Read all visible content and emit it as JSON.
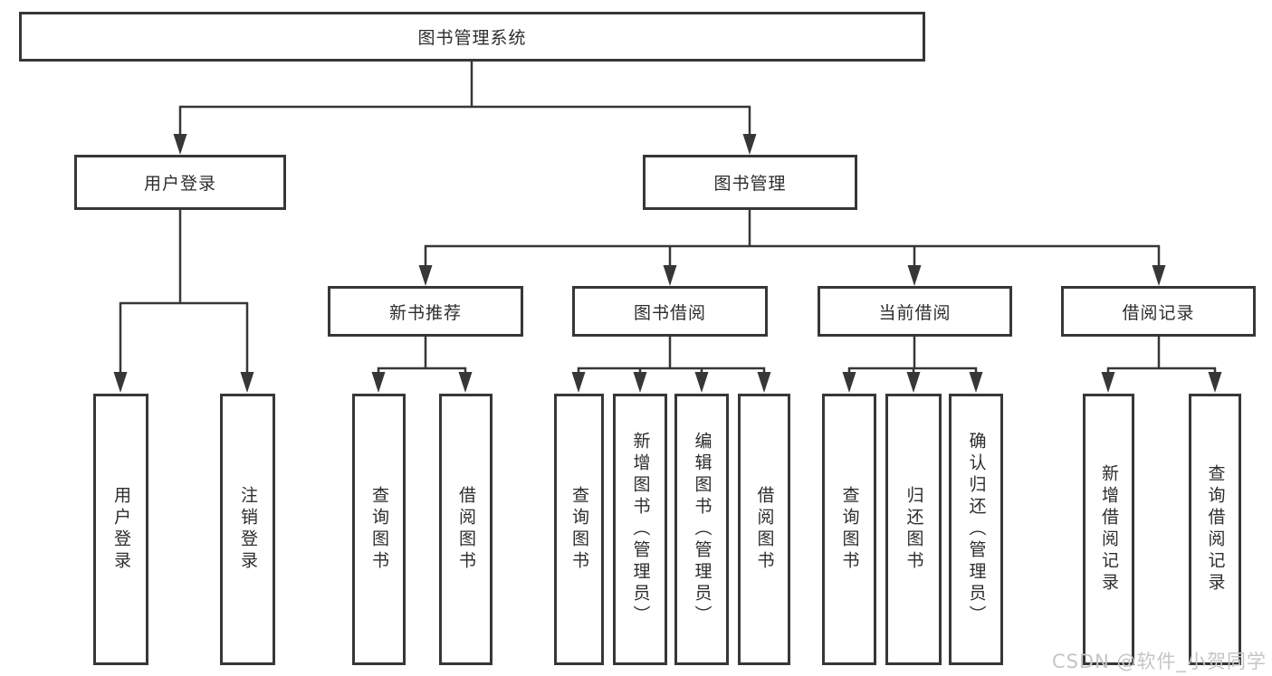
{
  "diagram": {
    "root": {
      "label": "图书管理系统",
      "children": [
        {
          "label": "用户登录",
          "children": [
            {
              "label": "用户登录"
            },
            {
              "label": "注销登录"
            }
          ]
        },
        {
          "label": "图书管理",
          "children": [
            {
              "label": "新书推荐",
              "children": [
                {
                  "label": "查询图书"
                },
                {
                  "label": "借阅图书"
                }
              ]
            },
            {
              "label": "图书借阅",
              "children": [
                {
                  "label": "查询图书"
                },
                {
                  "label": "新增图书（管理员）"
                },
                {
                  "label": "编辑图书（管理员）"
                },
                {
                  "label": "借阅图书"
                }
              ]
            },
            {
              "label": "当前借阅",
              "children": [
                {
                  "label": "查询图书"
                },
                {
                  "label": "归还图书"
                },
                {
                  "label": "确认归还（管理员）"
                }
              ]
            },
            {
              "label": "借阅记录",
              "children": [
                {
                  "label": "新增借阅记录"
                },
                {
                  "label": "查询借阅记录"
                }
              ]
            }
          ]
        }
      ]
    },
    "line_color": "#373737"
  },
  "watermark": {
    "text": "CSDN @软件_小贺同学",
    "color": "#c5c5c5"
  }
}
